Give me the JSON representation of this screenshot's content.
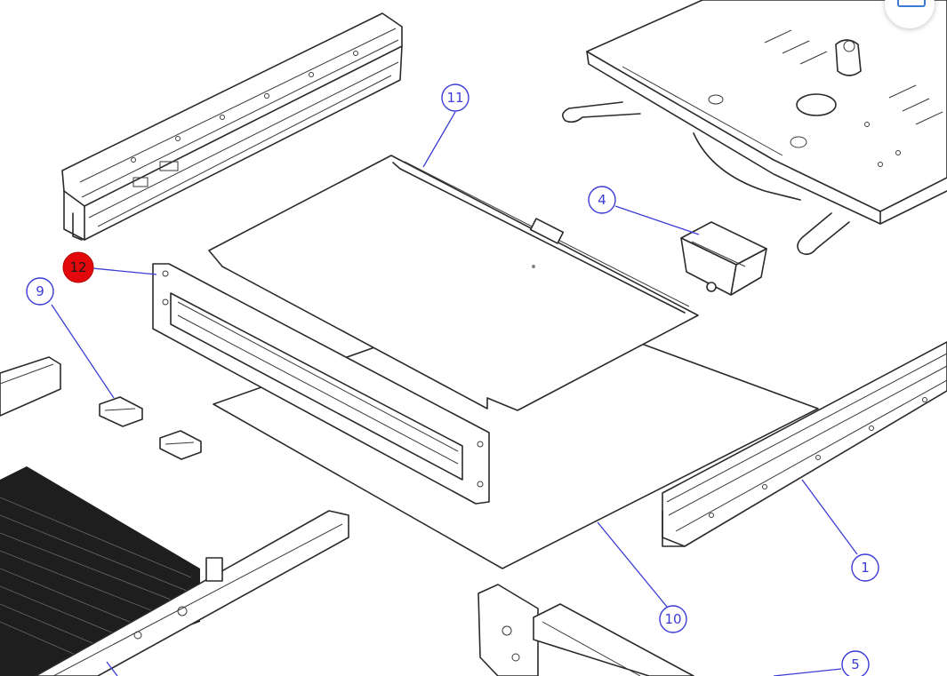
{
  "callouts": [
    {
      "id": "callout-1",
      "label": "1",
      "highlight": false
    },
    {
      "id": "callout-4",
      "label": "4",
      "highlight": false
    },
    {
      "id": "callout-5",
      "label": "5",
      "highlight": false
    },
    {
      "id": "callout-9",
      "label": "9",
      "highlight": false
    },
    {
      "id": "callout-10",
      "label": "10",
      "highlight": false
    },
    {
      "id": "callout-11",
      "label": "11",
      "highlight": false
    },
    {
      "id": "callout-12",
      "label": "12",
      "highlight": true
    }
  ],
  "colors": {
    "callout_stroke": "#3b3bd6",
    "highlight_fill": "#e3080b",
    "line": "#2a2a2a"
  },
  "ui": {
    "expand_icon": "expand-icon"
  }
}
